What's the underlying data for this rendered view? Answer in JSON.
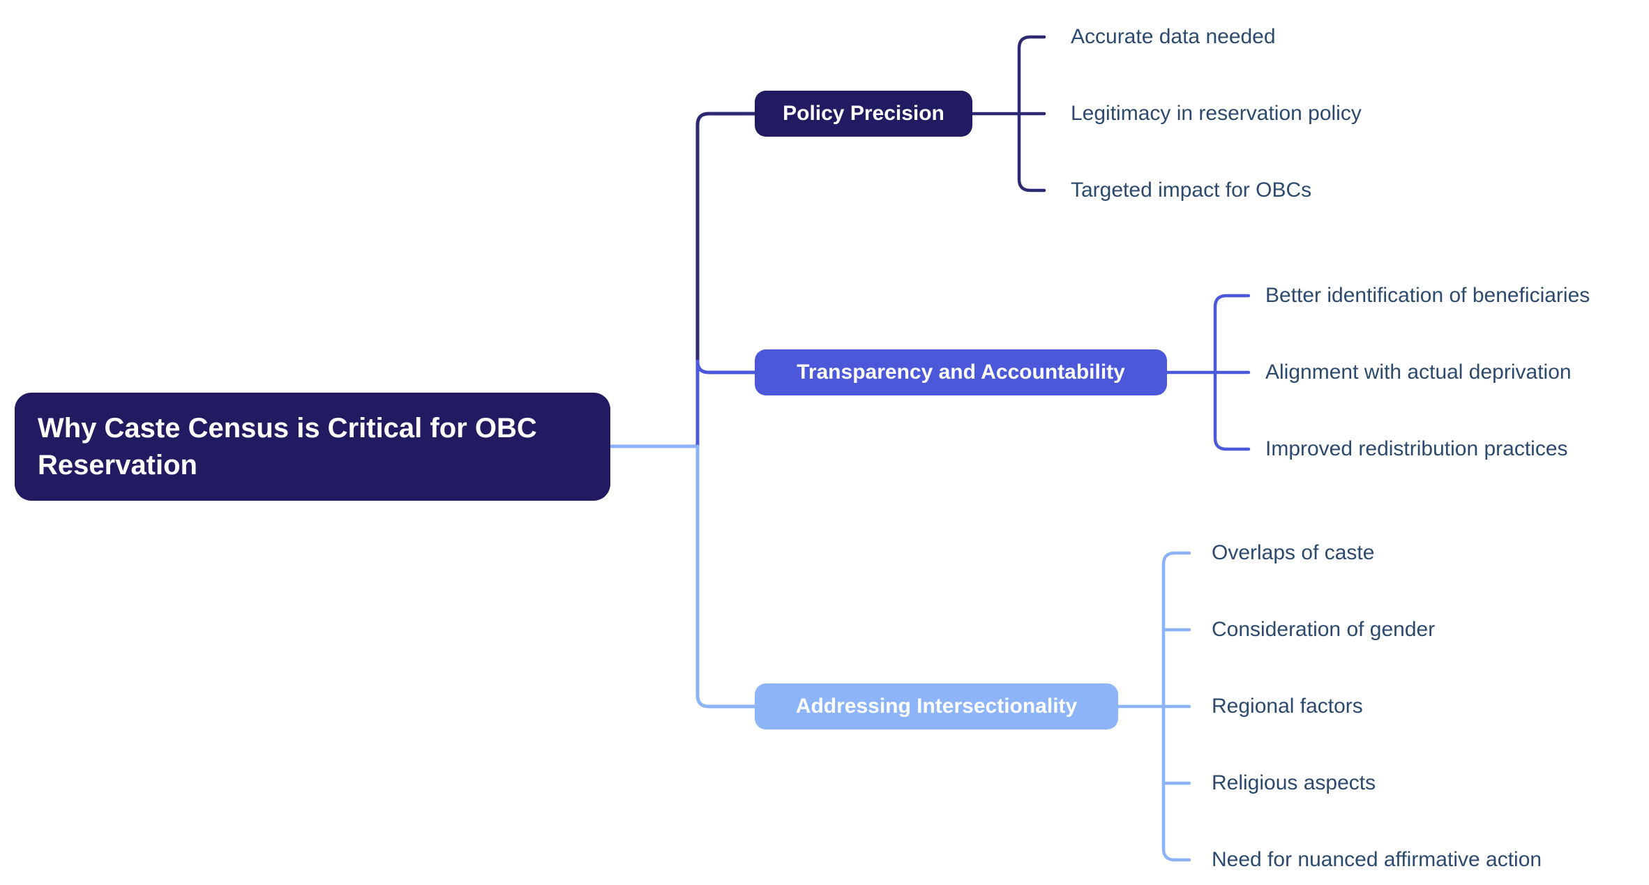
{
  "root": {
    "label": "Why Caste Census is Critical for OBC Reservation"
  },
  "branches": [
    {
      "label": "Policy Precision",
      "color": "#221b62",
      "line_color": "#2c2a72",
      "children": [
        "Accurate data needed",
        "Legitimacy in reservation policy",
        "Targeted impact for OBCs"
      ]
    },
    {
      "label": "Transparency and Accountability",
      "color": "#4c58da",
      "line_color": "#4c58da",
      "children": [
        "Better identification of beneficiaries",
        "Alignment with actual deprivation",
        "Improved redistribution practices"
      ]
    },
    {
      "label": "Addressing Intersectionality",
      "color": "#8db4f8",
      "line_color": "#8db4f8",
      "children": [
        "Overlaps of caste",
        "Consideration of gender",
        "Regional factors",
        "Religious aspects",
        "Need for nuanced affirmative action"
      ]
    }
  ],
  "colors": {
    "background": "#ffffff",
    "root_box": "#221b62",
    "navy_line": "#2c2a72",
    "indigo": "#4c58da",
    "light_blue": "#8db4f8",
    "leaf_text": "#2b4a6e",
    "node_text": "#ffffff"
  }
}
